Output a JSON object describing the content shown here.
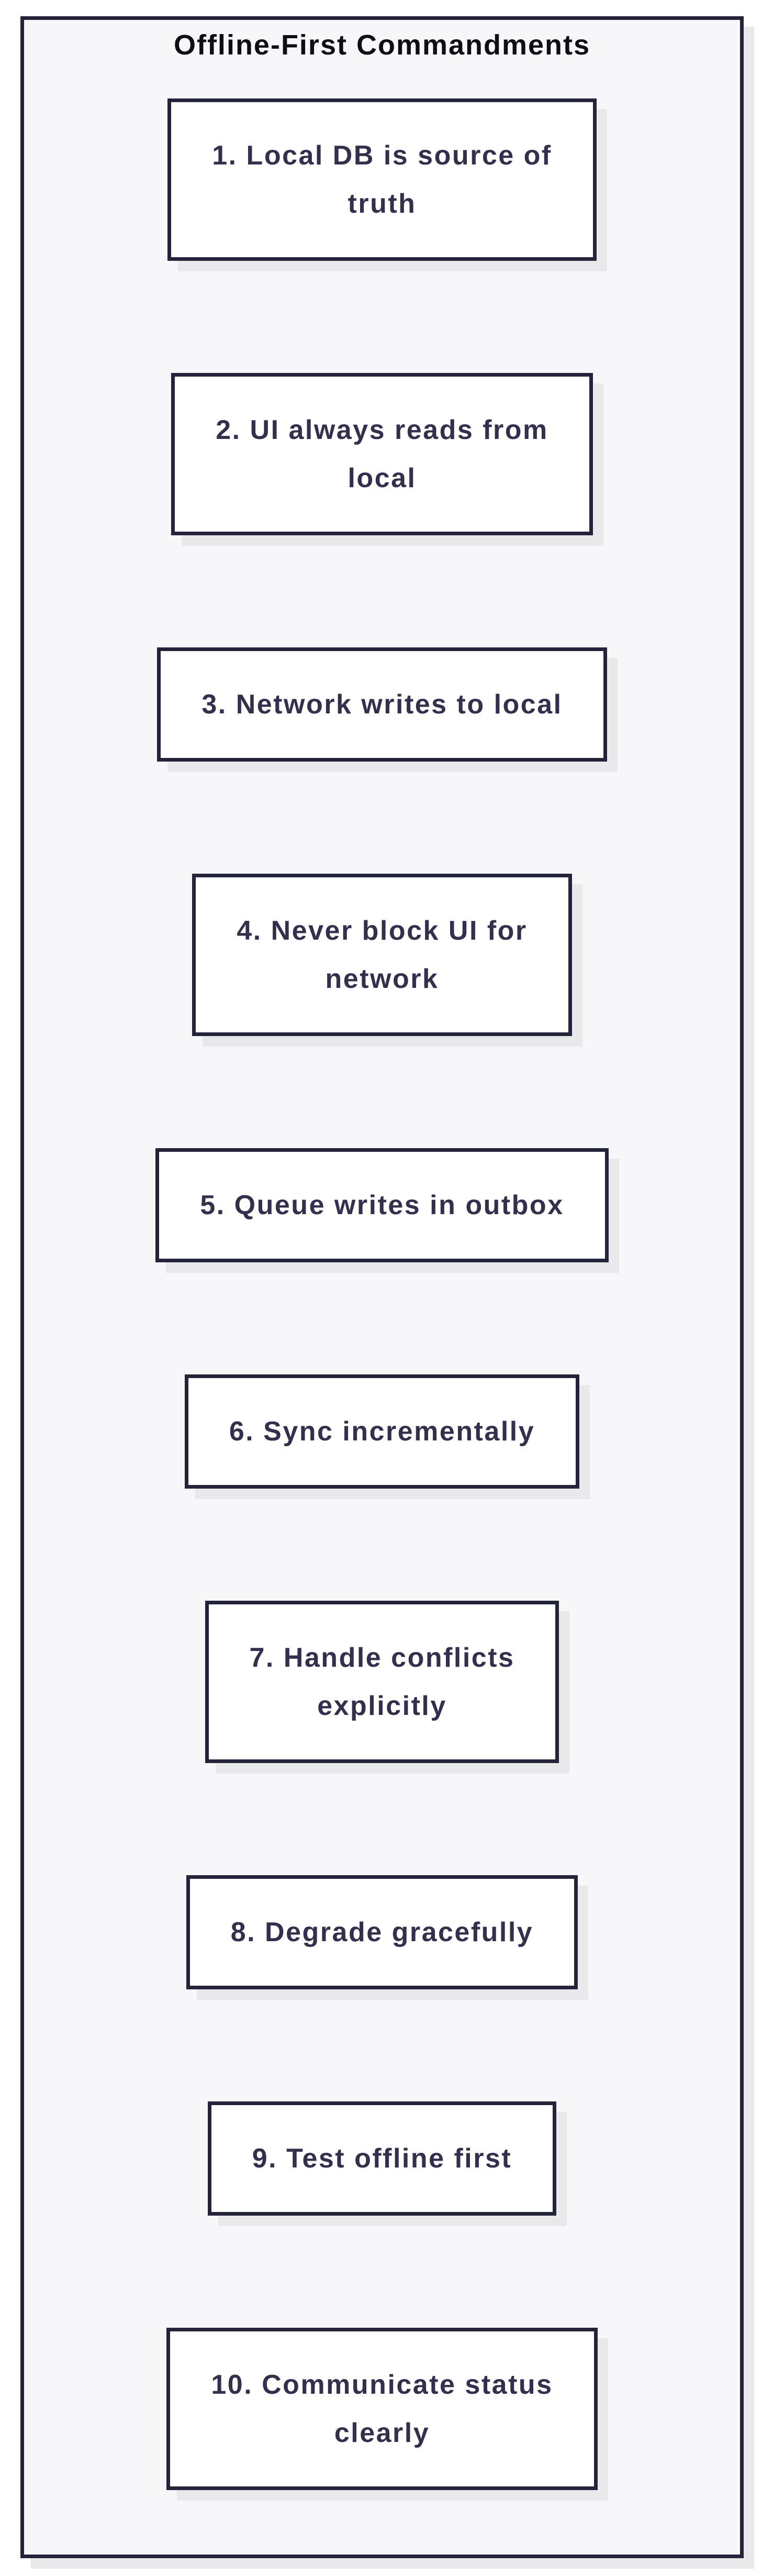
{
  "diagram": {
    "type": "flowchart-group",
    "title": "Offline-First Commandments",
    "nodes": [
      {
        "label": "1. Local DB is source of truth",
        "lines": [
          "1. Local DB is source of",
          "truth"
        ]
      },
      {
        "label": "2. UI always reads from local",
        "lines": [
          "2. UI always reads from",
          "local"
        ]
      },
      {
        "label": "3. Network writes to local",
        "lines": [
          "3. Network writes to local"
        ]
      },
      {
        "label": "4. Never block UI for network",
        "lines": [
          "4. Never block UI for",
          "network"
        ]
      },
      {
        "label": "5. Queue writes in outbox",
        "lines": [
          "5. Queue writes in outbox"
        ]
      },
      {
        "label": "6. Sync incrementally",
        "lines": [
          "6. Sync incrementally"
        ]
      },
      {
        "label": "7. Handle conflicts explicitly",
        "lines": [
          "7. Handle conflicts",
          "explicitly"
        ]
      },
      {
        "label": "8. Degrade gracefully",
        "lines": [
          "8. Degrade gracefully"
        ]
      },
      {
        "label": "9. Test offline first",
        "lines": [
          "9. Test offline first"
        ]
      },
      {
        "label": "10. Communicate status clearly",
        "lines": [
          "10. Communicate status",
          "clearly"
        ]
      }
    ],
    "edges": [],
    "colors": {
      "border": "#232439",
      "frame_bg": "#f7f7fa",
      "node_bg": "#ffffff",
      "node_text": "#33304e",
      "title_color": "#0e0e14",
      "shadow": "#e9e9ec",
      "page_bg": "#ffffff"
    }
  }
}
